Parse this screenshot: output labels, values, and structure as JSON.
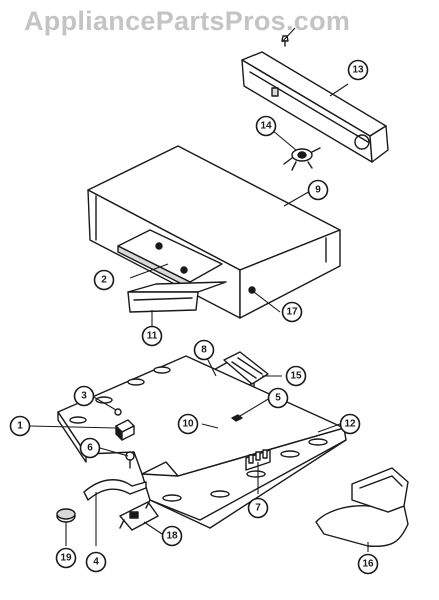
{
  "watermark": "AppliancePartsPros.com",
  "callouts": [
    {
      "id": "c1",
      "label": "1"
    },
    {
      "id": "c2",
      "label": "2"
    },
    {
      "id": "c3",
      "label": "3"
    },
    {
      "id": "c4",
      "label": "4"
    },
    {
      "id": "c5",
      "label": "5"
    },
    {
      "id": "c6",
      "label": "6"
    },
    {
      "id": "c7",
      "label": "7"
    },
    {
      "id": "c8",
      "label": "8"
    },
    {
      "id": "c9",
      "label": "9"
    },
    {
      "id": "c10",
      "label": "10"
    },
    {
      "id": "c11",
      "label": "11"
    },
    {
      "id": "c12",
      "label": "12"
    },
    {
      "id": "c13",
      "label": "13"
    },
    {
      "id": "c14",
      "label": "14"
    },
    {
      "id": "c15",
      "label": "15"
    },
    {
      "id": "c16",
      "label": "16"
    },
    {
      "id": "c17",
      "label": "17"
    },
    {
      "id": "c18",
      "label": "18"
    },
    {
      "id": "c19",
      "label": "19"
    }
  ]
}
